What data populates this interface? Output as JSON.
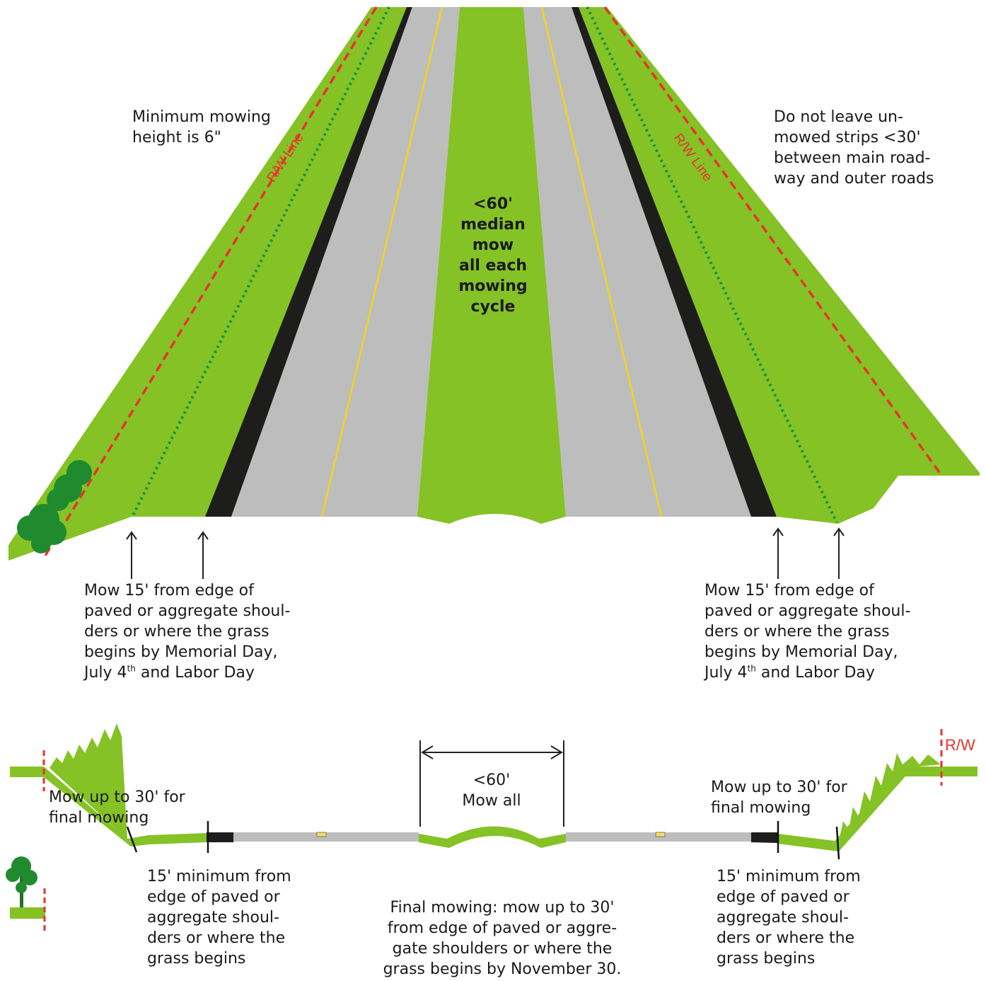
{
  "colors": {
    "grass": "#85c225",
    "pavement": "#bdbdbd",
    "shoulder": "#1d1d1b",
    "yellow_line": "#f6d31d",
    "rw_line": "#e8322e",
    "mow_line": "#119141",
    "text": "#1a1a1a",
    "tree": "#1f8a2e"
  },
  "icons": [
    "arrow-up-icon",
    "tree-icon",
    "bush-icon",
    "dimension-arrow-icon"
  ],
  "top_view": {
    "rw_label_left": "R/W Line",
    "rw_label_right": "R/W Line",
    "note_left": [
      "Minimum mowing",
      "height is 6\""
    ],
    "note_right": [
      "Do not leave un-",
      "mowed strips <30'",
      "between main road-",
      "way and outer roads"
    ],
    "median_note": [
      "<60'",
      "median",
      "mow",
      "all each",
      "mowing",
      "cycle"
    ],
    "callout_left": {
      "lines": [
        "Mow 15' from edge of",
        "paved or aggregate shoul-",
        "ders or where the grass",
        "begins by Memorial Day,"
      ],
      "last_line_start": "July 4",
      "sup": "th",
      "last_line_end": " and Labor Day"
    },
    "callout_right": {
      "lines": [
        "Mow 15' from edge of",
        "paved or aggregate shoul-",
        "ders or where the grass",
        "begins by Memorial Day,"
      ],
      "last_line_start": "July 4",
      "sup": "th",
      "last_line_end": " and Labor Day"
    }
  },
  "cross_section": {
    "rw_label": "R/W",
    "median_width_note": [
      "<60'",
      "Mow all"
    ],
    "final_left": [
      "Mow up to 30' for",
      "final mowing"
    ],
    "final_right": [
      "Mow up to 30' for",
      "final mowing"
    ],
    "minimum_left": [
      "15' minimum from",
      "edge of paved or",
      "aggregate shoul-",
      "ders or where the",
      "grass begins"
    ],
    "minimum_right": [
      "15' minimum from",
      "edge of paved or",
      "aggregate shoul-",
      "ders or where the",
      "grass begins"
    ],
    "final_note": [
      "Final mowing: mow up to 30'",
      "from edge of paved or aggre-",
      "gate shoulders or where the",
      "grass begins by November 30."
    ]
  }
}
